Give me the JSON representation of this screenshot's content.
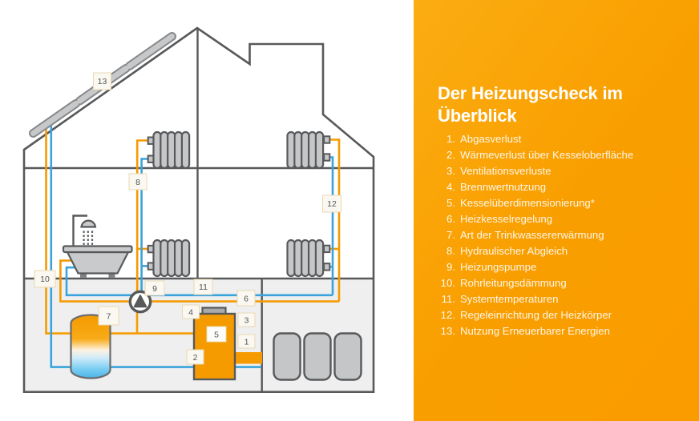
{
  "panel": {
    "title": "Der Heizungscheck im Überblick",
    "items": [
      {
        "n": "1.",
        "t": "Abgasverlust"
      },
      {
        "n": "2.",
        "t": "Wärmeverlust über Kesseloberfläche"
      },
      {
        "n": "3.",
        "t": "Ventilationsverluste"
      },
      {
        "n": "4.",
        "t": "Brennwertnutzung"
      },
      {
        "n": "5.",
        "t": "Kesselüberdimensionierung*"
      },
      {
        "n": "6.",
        "t": "Heizkesselregelung"
      },
      {
        "n": "7.",
        "t": "Art der Trinkwassererwärmung"
      },
      {
        "n": "8.",
        "t": "Hydraulischer Abgleich"
      },
      {
        "n": "9.",
        "t": "Heizungspumpe"
      },
      {
        "n": "10.",
        "t": "Rohrleitungsdämmung"
      },
      {
        "n": "11.",
        "t": "Systemtemperaturen"
      },
      {
        "n": "12.",
        "t": "Regeleinrichtung der Heizkörper"
      },
      {
        "n": "13.",
        "t": "Nutzung Erneuerbarer Energien"
      }
    ]
  },
  "diagram": {
    "callouts": {
      "c1": "1",
      "c2": "2",
      "c3": "3",
      "c4": "4",
      "c5": "5",
      "c6": "6",
      "c7": "7",
      "c8": "8",
      "c9": "9",
      "c10": "10",
      "c11": "11",
      "c12": "12",
      "c13": "13"
    }
  },
  "colors": {
    "panel_orange_light": "#fbad12",
    "panel_orange": "#f99d00",
    "pipe_warm_orange": "#f59b00",
    "pipe_cold_blue": "#3aa3db",
    "outline_gray": "#58595b",
    "equipment_gray": "#c6c7c8",
    "tank_cold_blue": "#4ab4e8",
    "basement_bg": "#efeff0",
    "callout_bg": "#faf8f0",
    "callout_border": "#e9d9b4"
  }
}
